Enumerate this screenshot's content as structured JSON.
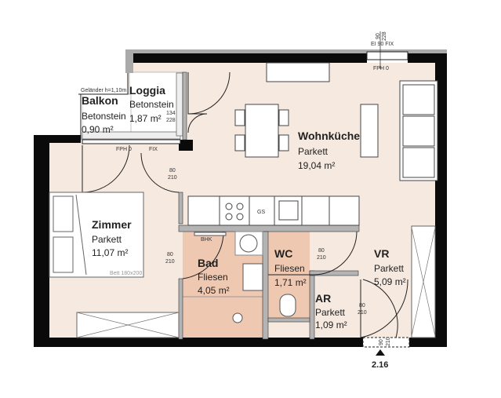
{
  "rooms": {
    "wohnkueche": {
      "name": "Wohnküche",
      "floor": "Parkett",
      "area": "19,04 m²"
    },
    "zimmer": {
      "name": "Zimmer",
      "floor": "Parkett",
      "area": "11,07 m²"
    },
    "bad": {
      "name": "Bad",
      "floor": "Fliesen",
      "area": "4,05 m²"
    },
    "wc": {
      "name": "WC",
      "floor": "Fliesen",
      "area": "1,71 m²"
    },
    "vr": {
      "name": "VR",
      "floor": "Parkett",
      "area": "5,09 m²"
    },
    "ar": {
      "name": "AR",
      "floor": "Parkett",
      "area": "1,09 m²"
    },
    "loggia": {
      "name": "Loggia",
      "floor": "Betonstein",
      "area": "1,87 m²"
    },
    "balkon": {
      "name": "Balkon",
      "floor": "Betonstein",
      "area": "0,90 m²"
    }
  },
  "annotations": {
    "railing": "Geländer h=1,10m",
    "door_w80": "80",
    "door_h210": "210",
    "entry_w": "90",
    "entry_h": "210",
    "top_w": "90",
    "top_h": "228",
    "top_fire": "EI 90 FIX",
    "fph": "FPH 0",
    "fix": "FIX",
    "loggia_w": "134",
    "loggia_h": "228",
    "bed": "Bett 180x200",
    "bhk": "BHK",
    "gs": "GS",
    "unit": "2.16"
  },
  "colors": {
    "floor": "#f6e9e0",
    "wet": "#efc8b2",
    "wall": "#0a0a0a",
    "inner_wall": "#b4b4b4"
  }
}
